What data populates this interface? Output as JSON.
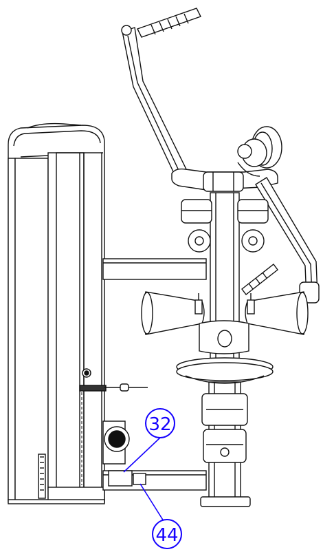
{
  "callouts": [
    {
      "id": "callout-32",
      "label": "32"
    },
    {
      "id": "callout-44",
      "label": "44"
    }
  ],
  "colors": {
    "line": "#111111",
    "callout": "#1400ff",
    "background": "#ffffff",
    "shade": "#dddddd"
  }
}
